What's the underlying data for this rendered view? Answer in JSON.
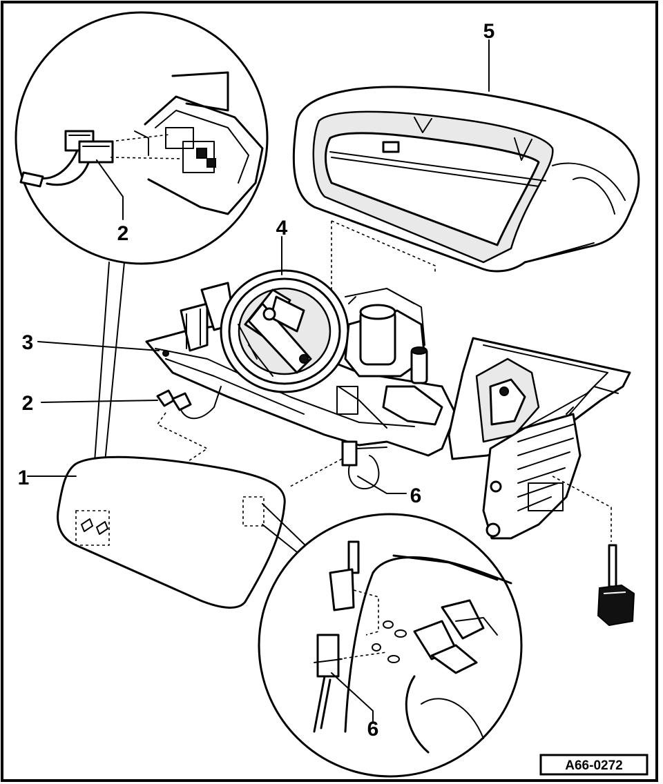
{
  "figure": {
    "reference_code": "A66-0272",
    "callouts": {
      "c1": "1",
      "c2_inset": "2",
      "c2_main": "2",
      "c3": "3",
      "c4": "4",
      "c5": "5",
      "c6_main": "6",
      "c6_inset": "6"
    }
  }
}
